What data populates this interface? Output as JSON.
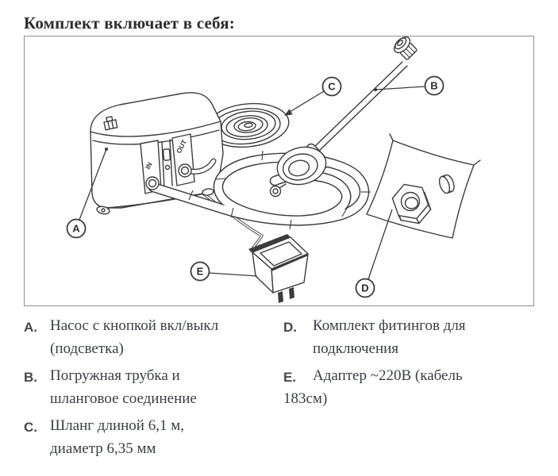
{
  "page": {
    "title": "Комплект включает в себя:"
  },
  "diagram": {
    "pump": {
      "in_label": "IN",
      "out_label": "OUT"
    },
    "callouts": [
      {
        "letter": "A"
      },
      {
        "letter": "B"
      },
      {
        "letter": "C"
      },
      {
        "letter": "D"
      },
      {
        "letter": "E"
      }
    ]
  },
  "legend": {
    "left": [
      {
        "label": "A.",
        "line1": "Насос с кнопкой вкл/выкл",
        "line2": "(подсветка)"
      },
      {
        "label": "B.",
        "line1": "Погружная трубка и",
        "line2": "шланговое соединение"
      },
      {
        "label": "C.",
        "line1": "Шланг длиной 6,1 м,",
        "line2": "диаметр 6,35 мм"
      }
    ],
    "right": [
      {
        "label": "D.",
        "line1": "Комплект фитингов для",
        "line2": "подключения"
      },
      {
        "label": "E.",
        "line1": "Адаптер ~220В (кабель",
        "line2": "183см)"
      }
    ]
  },
  "colors": {
    "title_text": "#2d2d2f",
    "body_text": "#3a3e45",
    "label_text": "#44484c",
    "line_art": "#3c3c3e",
    "panel_border": "#8f8f8f",
    "bg": "#ffffff"
  }
}
